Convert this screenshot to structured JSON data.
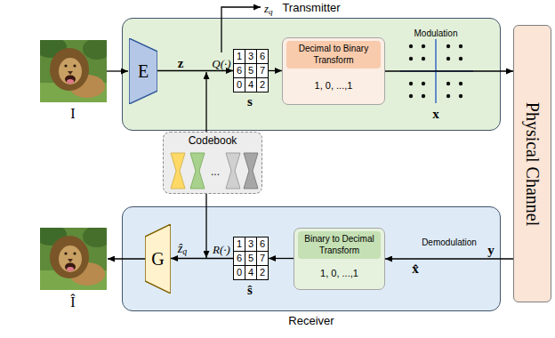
{
  "diagram": {
    "nodes": [
      {
        "text": [
          "Transmitter"
        ]
      },
      {
        "text": [
          "E"
        ],
        "in": 0
      },
      {
        "text": [
          "1",
          "3",
          "6",
          "6",
          "5",
          "7",
          "0",
          "4",
          "2"
        ],
        "in": 0
      },
      {
        "text": [
          "Decimal to Binary Transform",
          "1, 0, ...,1"
        ],
        "in": 0
      },
      {
        "text": [
          "Physical Channel"
        ]
      },
      {
        "text": [
          "Codebook"
        ]
      },
      {
        "text": [
          "Receiver"
        ]
      },
      {
        "text": [
          "G"
        ],
        "in": 6
      },
      {
        "text": [
          "1",
          "3",
          "6",
          "6",
          "5",
          "7",
          "0",
          "4",
          "2"
        ],
        "in": 6
      },
      {
        "text": [
          "Binary to Decimal Transform",
          "1, 0, ...,1"
        ],
        "in": 6
      }
    ],
    "edges": [
      {
        "from": 1,
        "to": 2,
        "arrow": "to"
      },
      {
        "from": 2,
        "to": 3,
        "arrow": "to"
      },
      {
        "from": 3,
        "to": 4,
        "arrow": "to"
      },
      {
        "from": 4,
        "to": 9,
        "arrow": "to"
      },
      {
        "from": 9,
        "to": 8,
        "arrow": "to"
      },
      {
        "from": 8,
        "to": 7,
        "arrow": "to"
      }
    ],
    "labels": [
      "I",
      "z",
      "Q(·)",
      "zq",
      "s",
      "Modulation",
      "x",
      "...",
      "Î",
      "ẑq",
      "R(·)",
      "ŝ",
      "Demodulation",
      "x̂",
      "y"
    ]
  }
}
